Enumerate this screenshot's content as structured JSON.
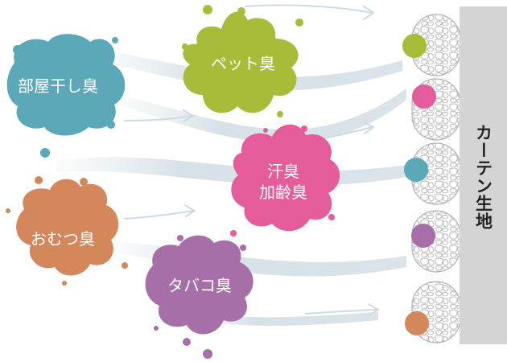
{
  "odors": [
    {
      "lines": [
        "部屋干し臭"
      ],
      "color": "#5aa8b8"
    },
    {
      "lines": [
        "ペット臭"
      ],
      "color": "#a9bc3a"
    },
    {
      "lines": [
        "汗臭",
        "加齢臭"
      ],
      "color": "#e55c9a"
    },
    {
      "lines": [
        "おむつ臭"
      ],
      "color": "#d3875a"
    },
    {
      "lines": [
        "タバコ臭"
      ],
      "color": "#a76fa8"
    }
  ],
  "fabric": {
    "label": "カーテン生地",
    "bar_color": "#d4d4d4"
  },
  "fibers": [
    {
      "dot_color": "#a9bc3a"
    },
    {
      "dot_color": "#e55c9a"
    },
    {
      "dot_color": "#5aa8b8"
    },
    {
      "dot_color": "#a76fa8"
    },
    {
      "dot_color": "#d3875a"
    }
  ],
  "flow_color": "#d2dde4"
}
